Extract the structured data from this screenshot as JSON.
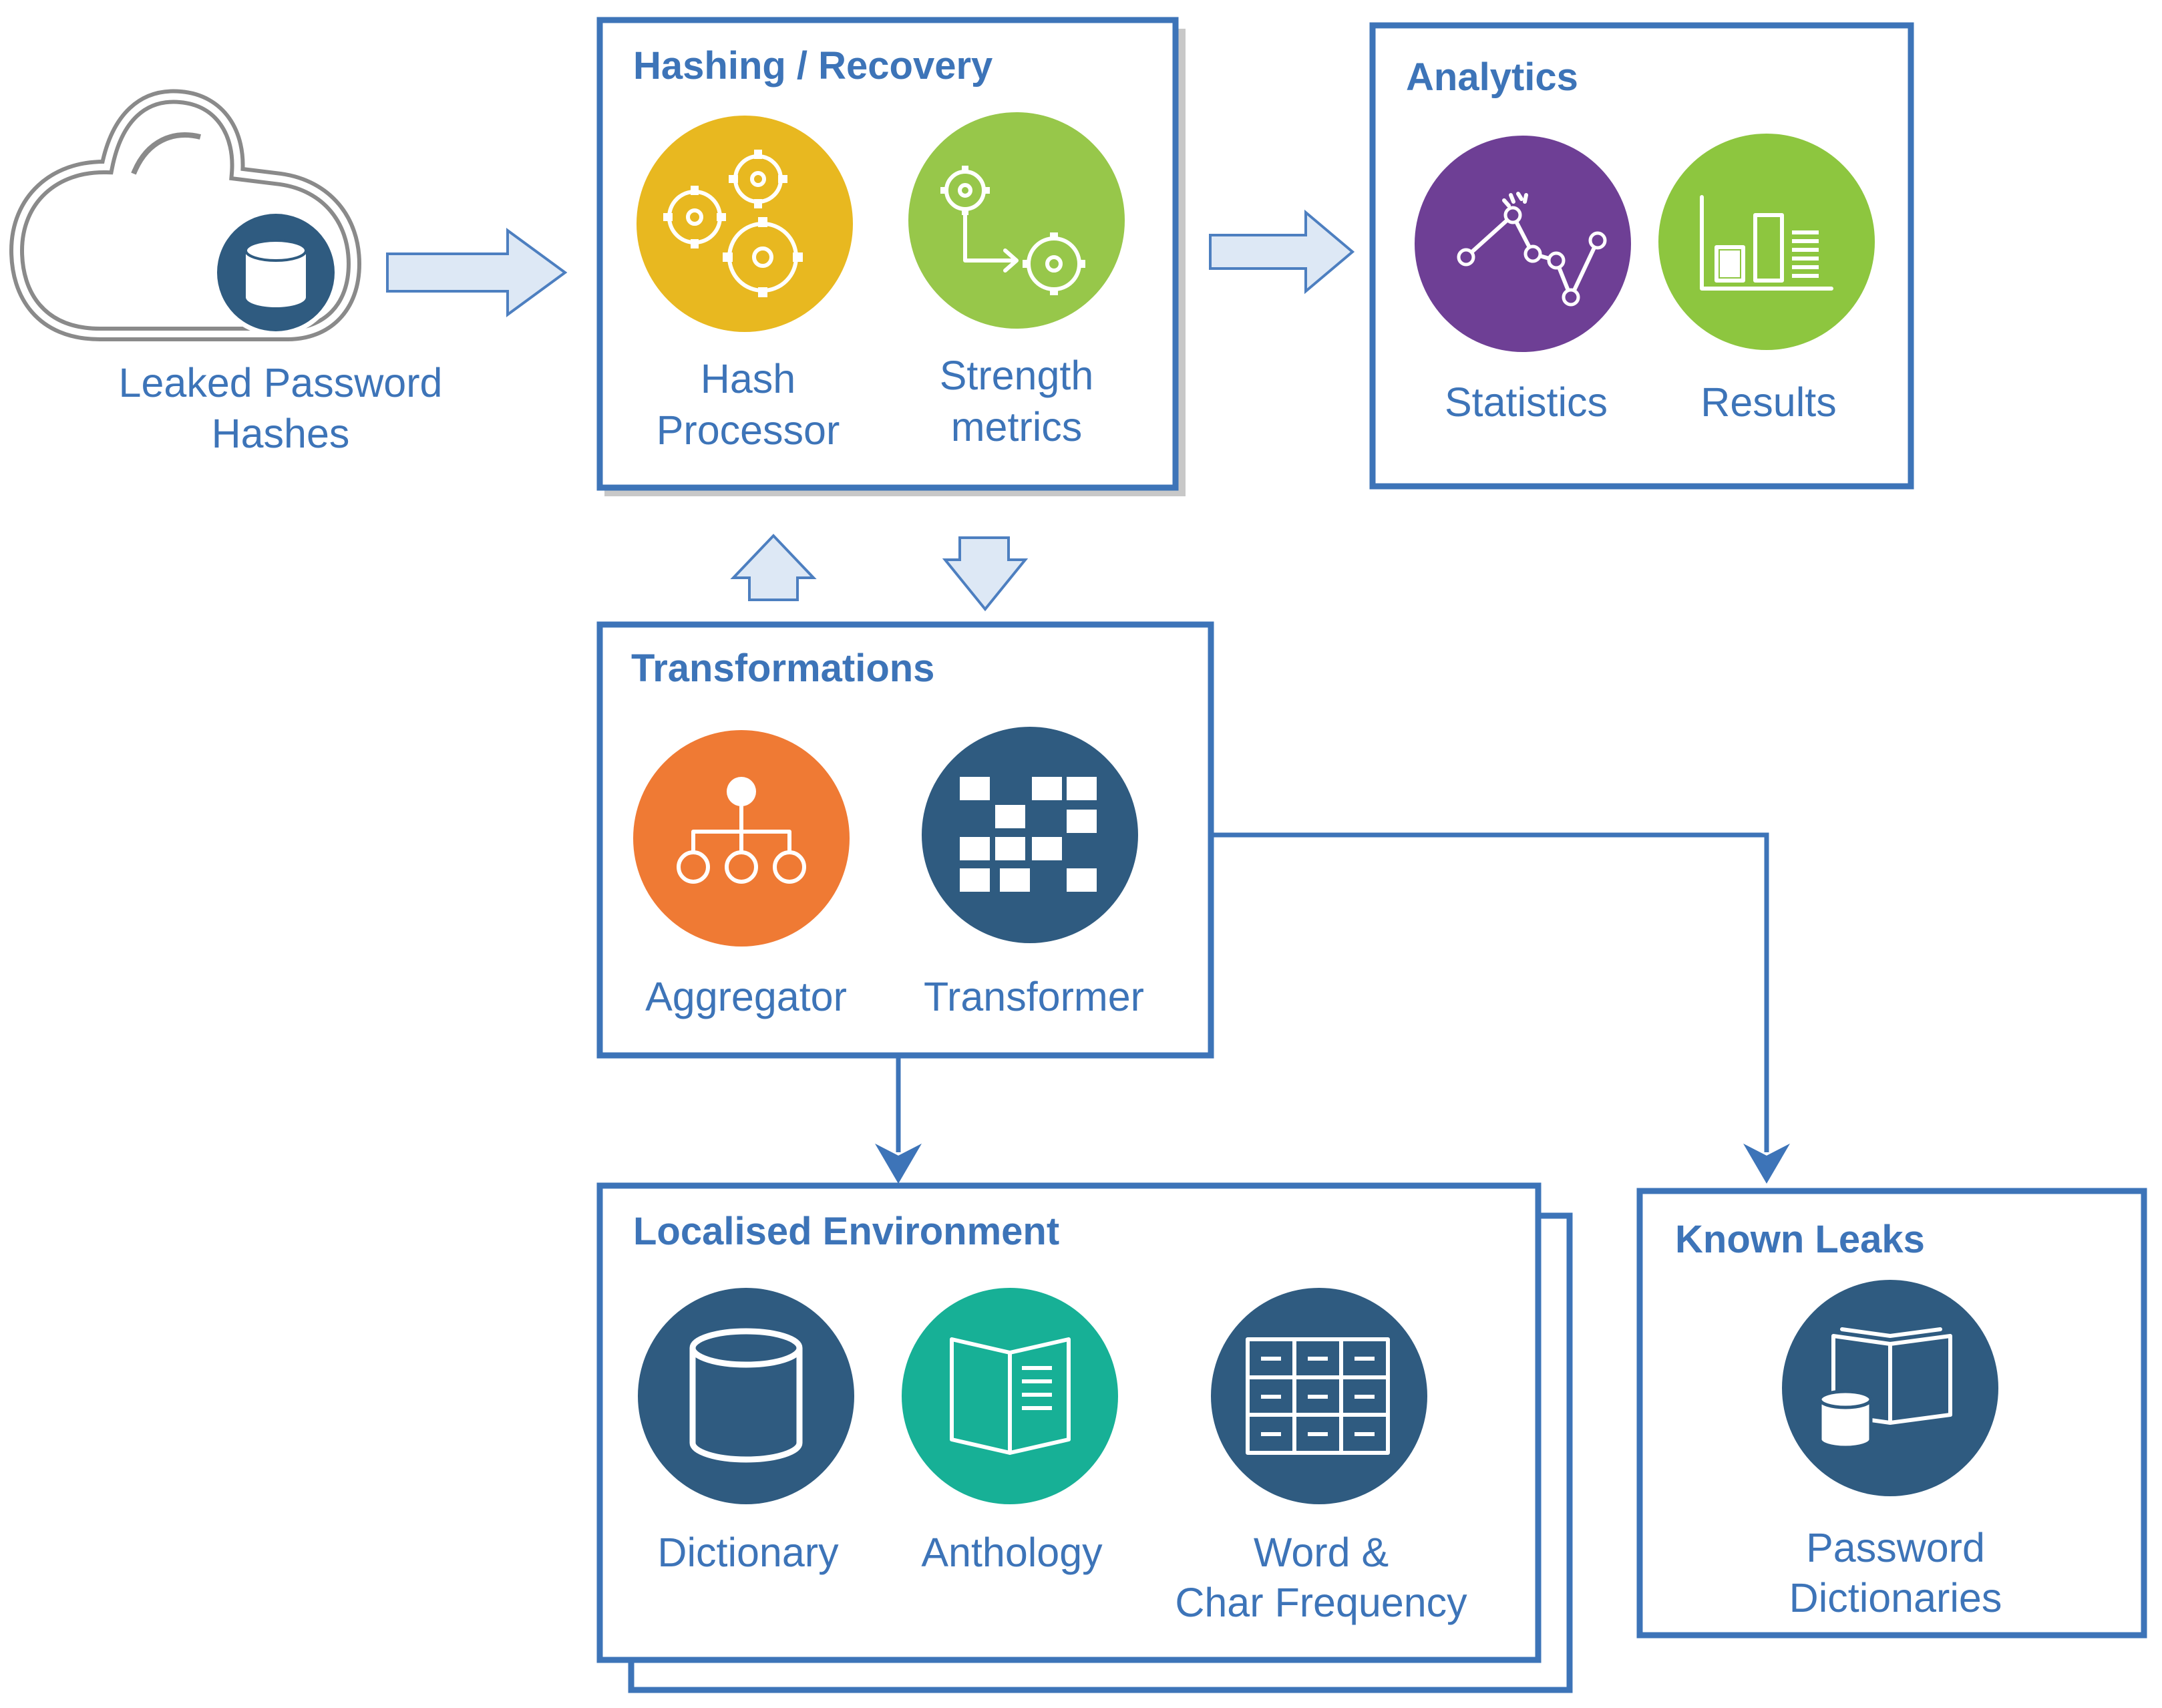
{
  "colors": {
    "accent": "#3d74b8",
    "arrow_fill": "#dde8f5",
    "gold": "#e8b820",
    "green": "#97c74a",
    "purple": "#6e3f95",
    "orange": "#ef7a34",
    "navy": "#2f5b80",
    "teal": "#17b096",
    "cloud_gray": "#8a8a8a"
  },
  "source": {
    "label_line1": "Leaked Password",
    "label_line2": "Hashes",
    "icon": "cloud-database-icon"
  },
  "hashing": {
    "title": "Hashing / Recovery",
    "items": [
      {
        "icon": "gears-icon",
        "line1": "Hash",
        "line2": "Processor"
      },
      {
        "icon": "gear-flow-icon",
        "line1": "Strength",
        "line2": "metrics"
      }
    ]
  },
  "analytics": {
    "title": "Analytics",
    "items": [
      {
        "icon": "line-chart-icon",
        "line1": "Statistics"
      },
      {
        "icon": "bar-chart-icon",
        "line1": "Results"
      }
    ]
  },
  "transformations": {
    "title": "Transformations",
    "items": [
      {
        "icon": "hierarchy-icon",
        "line1": "Aggregator"
      },
      {
        "icon": "grid-blocks-icon",
        "line1": "Transformer"
      }
    ]
  },
  "localised": {
    "title": "Localised Environment",
    "items": [
      {
        "icon": "database-icon",
        "line1": "Dictionary"
      },
      {
        "icon": "book-icon",
        "line1": "Anthology"
      },
      {
        "icon": "table-icon",
        "line1": "Word &",
        "line2": "Char Frequency"
      }
    ]
  },
  "known_leaks": {
    "title": "Known Leaks",
    "items": [
      {
        "icon": "book-database-icon",
        "line1": "Password",
        "line2": "Dictionaries"
      }
    ]
  }
}
